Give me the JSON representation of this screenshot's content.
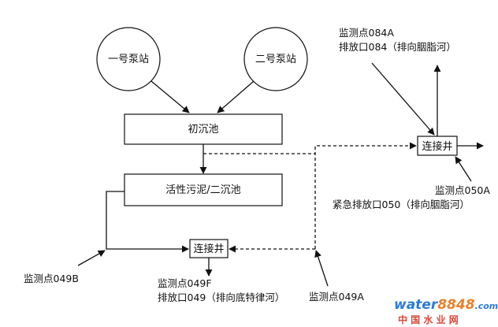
{
  "nodes": {
    "pump1": "一号泵站",
    "pump2": "二号泵站",
    "primary_tank": "初沉池",
    "activated_sludge": "活性污泥/二沉池",
    "junction_left": "连接井",
    "junction_right": "连接井"
  },
  "labels": {
    "mp_084a_line1": "监测点084A",
    "mp_084a_line2": "排放口084（排向胭脂河）",
    "mp_050a_line1": "监测点050A",
    "mp_050a_line2": "紧急排放口050（排向胭脂河）",
    "mp_049b": "监测点049B",
    "mp_049f_line1": "监测点049F",
    "mp_049f_line2": "排放口049（排向底特律河）",
    "mp_049a": "监测点049A"
  },
  "watermark": {
    "brand_text": "water8848.com",
    "brand_cn": "中 国 水 业 网",
    "color_primary": "#1a6fd1",
    "color_accent": "#e8761a"
  }
}
